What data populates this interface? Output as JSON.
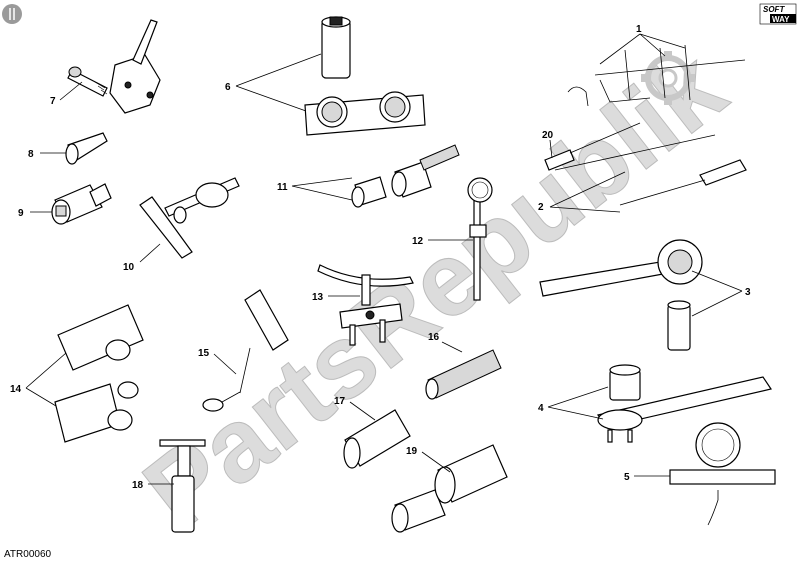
{
  "drawing_code": "ATR00060",
  "watermark": "PartsRepublik",
  "logo_lines": [
    "SOFT",
    "WAY"
  ],
  "callouts": [
    {
      "number": "1"
    },
    {
      "number": "2"
    },
    {
      "number": "3"
    },
    {
      "number": "4"
    },
    {
      "number": "5"
    },
    {
      "number": "6"
    },
    {
      "number": "7"
    },
    {
      "number": "8"
    },
    {
      "number": "9"
    },
    {
      "number": "10"
    },
    {
      "number": "11"
    },
    {
      "number": "12"
    },
    {
      "number": "13"
    },
    {
      "number": "14"
    },
    {
      "number": "15"
    },
    {
      "number": "16"
    },
    {
      "number": "17"
    },
    {
      "number": "18"
    },
    {
      "number": "19"
    },
    {
      "number": "20"
    }
  ]
}
